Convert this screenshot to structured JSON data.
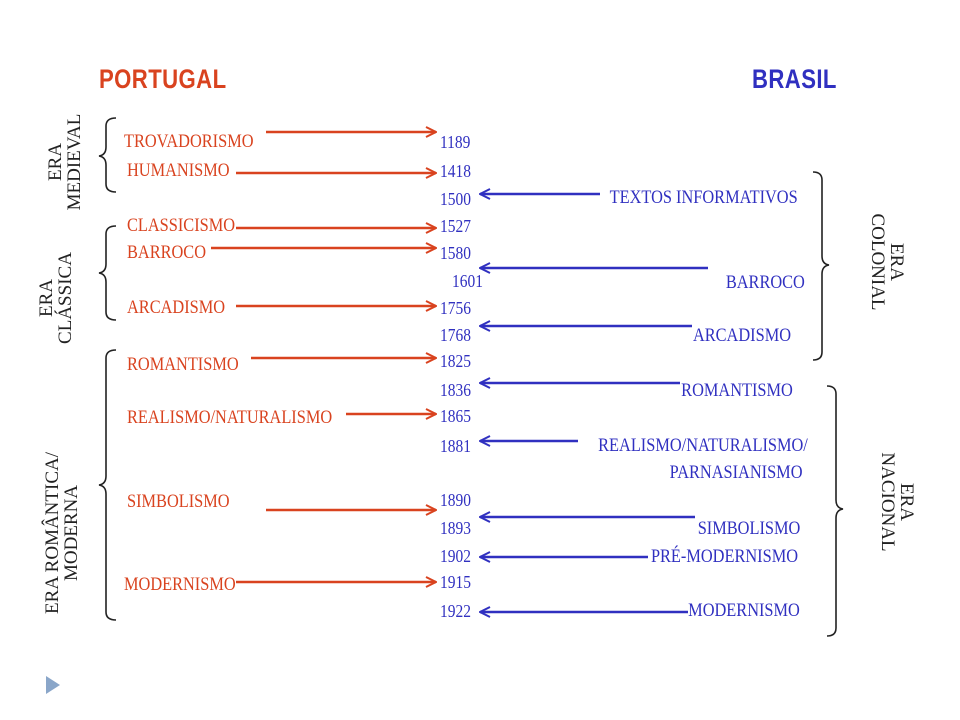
{
  "headers": {
    "portugal": "PORTUGAL",
    "brasil": "BRASIL"
  },
  "portugal_items": [
    {
      "label": "TROVADORISMO",
      "year": "1189"
    },
    {
      "label": "HUMANISMO",
      "year": "1418"
    },
    {
      "label": "CLASSICISMO",
      "year": "1527"
    },
    {
      "label": "BARROCO",
      "year": "1580"
    },
    {
      "label": "ARCADISMO",
      "year": "1756"
    },
    {
      "label": "ROMANTISMO",
      "year": "1825"
    },
    {
      "label": "REALISMO/NATURALISMO",
      "year": "1865"
    },
    {
      "label": "SIMBOLISMO",
      "year": "1890"
    },
    {
      "label": "MODERNISMO",
      "year": "1915"
    }
  ],
  "brasil_items": [
    {
      "label": "TEXTOS INFORMATIVOS",
      "year": "1500"
    },
    {
      "label": "BARROCO",
      "year": "1601"
    },
    {
      "label": "ARCADISMO",
      "year": "1768"
    },
    {
      "label": "ROMANTISMO",
      "year": "1836"
    },
    {
      "label": "REALISMO/NATURALISMO/",
      "label2": "PARNASIANISMO",
      "year": "1881"
    },
    {
      "label": "SIMBOLISMO",
      "year": "1893"
    },
    {
      "label": "PRÉ-MODERNISMO",
      "year": "1902"
    },
    {
      "label": "MODERNISMO",
      "year": "1922"
    }
  ],
  "eras_left": [
    {
      "line1": "ERA",
      "line2": "MEDIEVAL"
    },
    {
      "line1": "ERA",
      "line2": "CLÁSSICA"
    },
    {
      "line1": "ERA ROMÂNTICA/",
      "line2": "MODERNA"
    }
  ],
  "eras_right": [
    {
      "line1": "ERA",
      "line2": "COLONIAL"
    },
    {
      "line1": "ERA",
      "line2": "NACIONAL"
    }
  ],
  "colors": {
    "portugal": "#d9431f",
    "brasil": "#3030c0",
    "bracket": "#222222",
    "bullet": "#8aa6c9"
  },
  "icons": {
    "slide_bullet": "triangle-right-icon"
  }
}
